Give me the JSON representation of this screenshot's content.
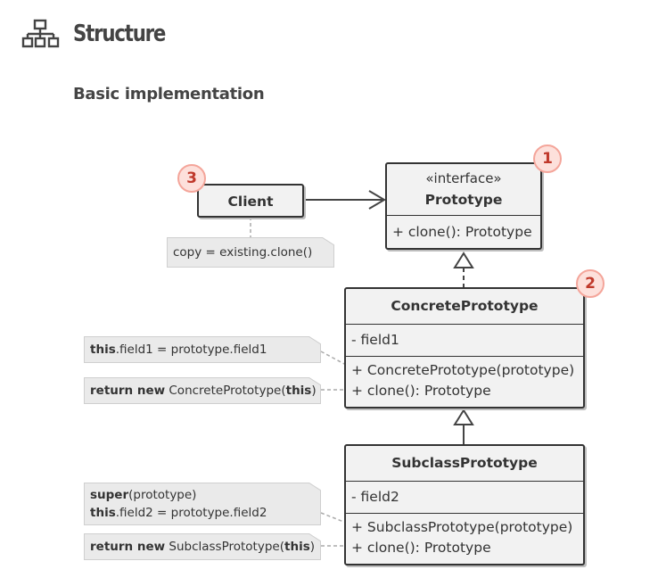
{
  "header": {
    "title": "Structure",
    "icon": "hierarchy-icon"
  },
  "subheading": "Basic implementation",
  "classes": {
    "prototype": {
      "stereotype": "«interface»",
      "name": "Prototype",
      "methods": [
        "+ clone(): Prototype"
      ]
    },
    "client": {
      "name": "Client"
    },
    "concrete": {
      "name": "ConcretePrototype",
      "fields": [
        "- field1"
      ],
      "methods": [
        "+ ConcretePrototype(prototype)",
        "+ clone(): Prototype"
      ]
    },
    "subclass": {
      "name": "SubclassPrototype",
      "fields": [
        "- field2"
      ],
      "methods": [
        "+ SubclassPrototype(prototype)",
        "+ clone(): Prototype"
      ]
    }
  },
  "notes": {
    "client": "copy = existing.clone()",
    "concrete_ctor": {
      "kw": "this",
      "rest": ".field1 = prototype.field1"
    },
    "concrete_clone": {
      "kw1": "return new",
      "mid": " ConcretePrototype(",
      "kw2": "this",
      "end": ")"
    },
    "subclass_ctor_1": {
      "kw": "super",
      "rest": "(prototype)"
    },
    "subclass_ctor_2": {
      "kw": "this",
      "rest": ".field2 = prototype.field2"
    },
    "subclass_clone": {
      "kw1": "return new",
      "mid": " SubclassPrototype(",
      "kw2": "this",
      "end": ")"
    }
  },
  "badges": {
    "prototype": "1",
    "concrete": "2",
    "client": "3"
  },
  "colors": {
    "badge_fill": "#fde0db",
    "badge_border": "#f4a59a",
    "badge_text": "#c0392b",
    "box_fill": "#f2f2f2",
    "note_fill": "#eaeaea"
  }
}
